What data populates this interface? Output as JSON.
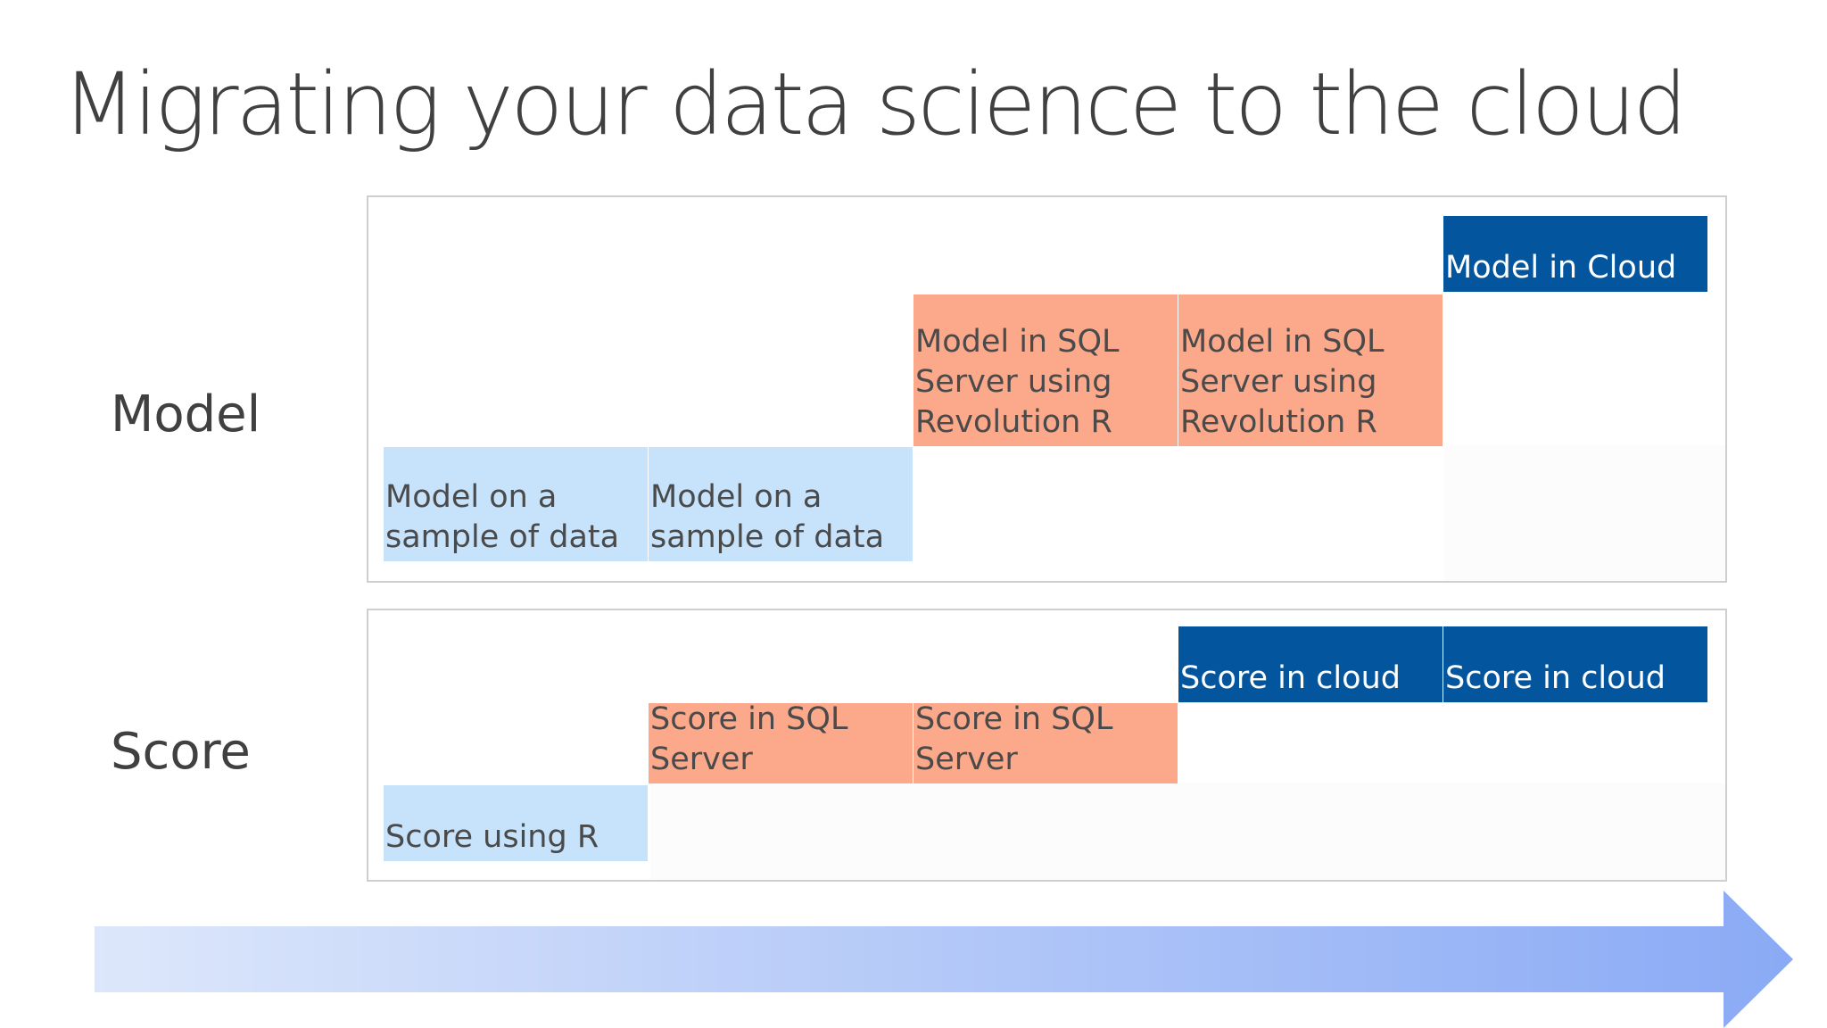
{
  "slide": {
    "title": "Migrating your data science to the cloud"
  },
  "rows": {
    "model_label": "Model",
    "score_label": "Score"
  },
  "model_blocks": [
    {
      "label": "Model on a\nsample of data",
      "kind": "light"
    },
    {
      "label": "Model on a\nsample of data",
      "kind": "light"
    },
    {
      "label": "Model in SQL\nServer using\nRevolution R",
      "kind": "orange"
    },
    {
      "label": "Model in SQL\nServer using\nRevolution R",
      "kind": "orange"
    },
    {
      "label": "Model in Cloud",
      "kind": "dark"
    }
  ],
  "score_blocks": [
    {
      "label": "Score using R",
      "kind": "light"
    },
    {
      "label": "Score in SQL\nServer",
      "kind": "orange"
    },
    {
      "label": "Score in SQL\nServer",
      "kind": "orange"
    },
    {
      "label": "Score in cloud",
      "kind": "dark"
    },
    {
      "label": "Score in cloud",
      "kind": "dark"
    }
  ],
  "colors": {
    "light_blue": "#c6e3fb",
    "salmon": "#fca98b",
    "dark_blue": "#03559e",
    "arrow_start": "#dde7fb",
    "arrow_end": "#8aaaf5"
  }
}
